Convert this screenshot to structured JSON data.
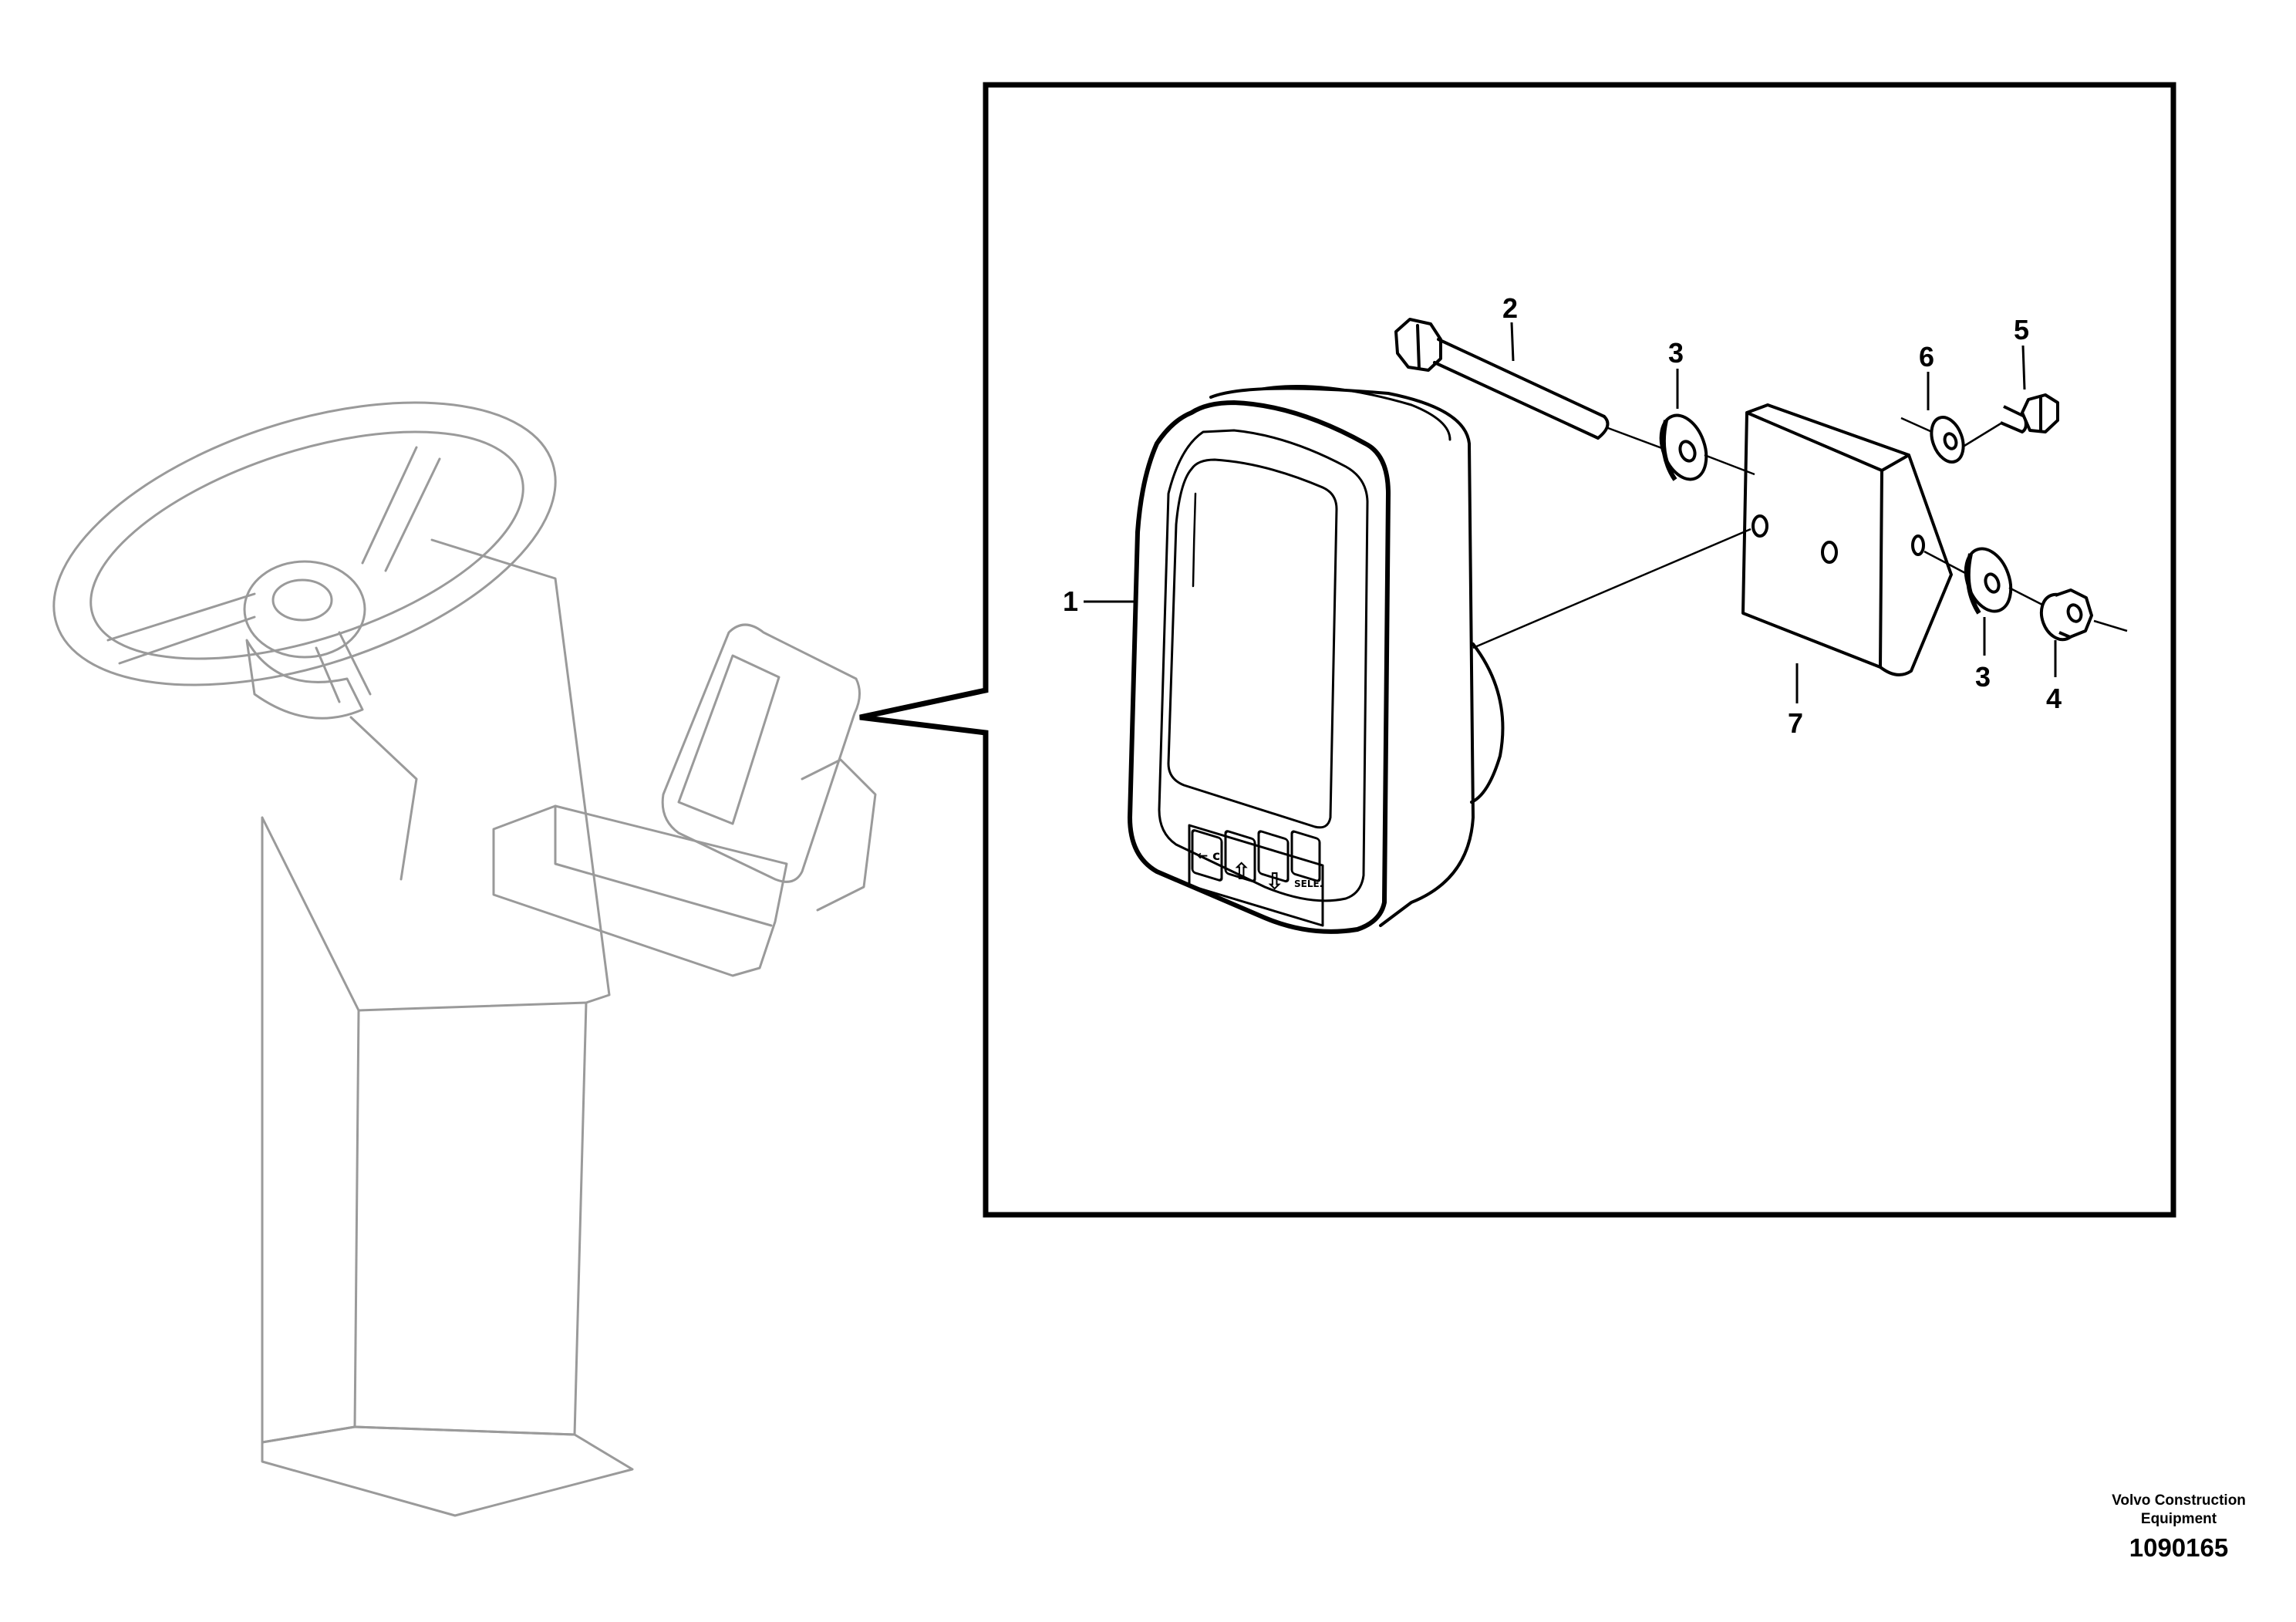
{
  "callouts": {
    "c1": "1",
    "c2": "2",
    "c3a": "3",
    "c3b": "3",
    "c4": "4",
    "c5": "5",
    "c6": "6",
    "c7": "7"
  },
  "display_keys": {
    "key1": "← c",
    "key2": "⇧",
    "key3": "⇩",
    "key4": "SELE."
  },
  "footer": {
    "brand_line1": "Volvo Construction",
    "brand_line2": "Equipment",
    "document_number": "1090165"
  },
  "colors": {
    "ink": "#000000",
    "ghost_ink": "#9a9a9a",
    "background": "#ffffff"
  }
}
